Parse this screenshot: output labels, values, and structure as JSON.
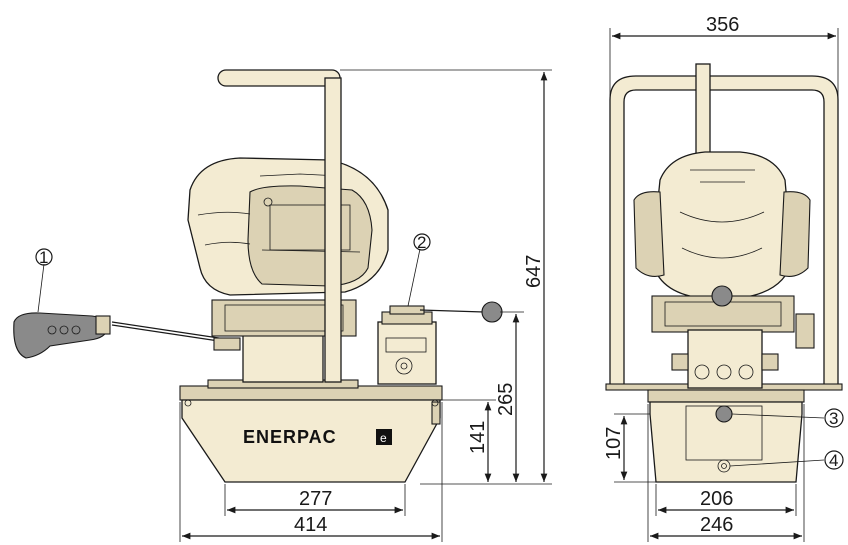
{
  "brand": {
    "logo_text": "ENERPAC"
  },
  "dimensions": {
    "overall_height": "647",
    "valve_height": "265",
    "reservoir_height_side": "141",
    "reservoir_height_front": "107",
    "frame_width": "356",
    "reservoir_bottom_width_side": "277",
    "overall_width_side": "414",
    "reservoir_bottom_width_front": "206",
    "overall_width_front": "246"
  },
  "callouts": [
    {
      "label": "1"
    },
    {
      "label": "2"
    },
    {
      "label": "3"
    },
    {
      "label": "4"
    }
  ]
}
